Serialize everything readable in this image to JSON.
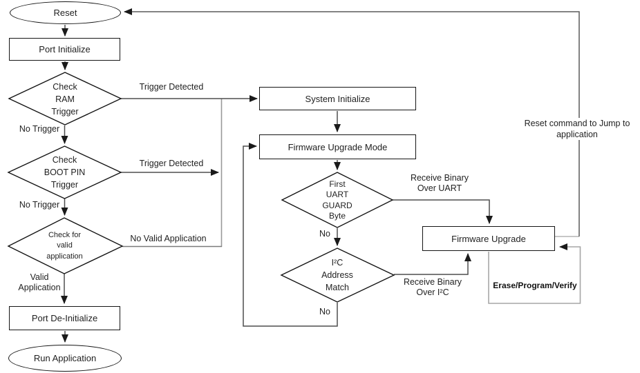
{
  "nodes": {
    "reset": {
      "label": "Reset"
    },
    "port_initialize": {
      "label": "Port Initialize"
    },
    "check_ram": {
      "label": "Check\nRAM\nTrigger"
    },
    "check_boot_pin": {
      "label": "Check\nBOOT PIN\nTrigger"
    },
    "check_valid_app": {
      "label": "Check for\nvalid\napplication"
    },
    "port_deinitialize": {
      "label": "Port De-Initialize"
    },
    "run_application": {
      "label": "Run Application"
    },
    "system_initialize": {
      "label": "System Initialize"
    },
    "firmware_upgrade_mode": {
      "label": "Firmware Upgrade Mode"
    },
    "first_uart_guard_byte": {
      "label": "First\nUART\nGUARD\nByte"
    },
    "i2c_address_match": {
      "label": "I²C\nAddress\nMatch"
    },
    "firmware_upgrade": {
      "label": "Firmware Upgrade"
    }
  },
  "edge_labels": {
    "trigger_detected_ram": "Trigger Detected",
    "no_trigger_ram": "No Trigger",
    "trigger_detected_boot": "Trigger Detected",
    "no_trigger_boot": "No Trigger",
    "no_valid_application": "No Valid Application",
    "valid_application": "Valid\nApplication",
    "no_uart": "No",
    "no_i2c": "No",
    "receive_binary_uart": "Receive Binary\nOver UART",
    "receive_binary_i2c": "Receive Binary\nOver I²C",
    "erase_program_verify": "Erase/Program/Verify",
    "reset_command": "Reset command to Jump to\napplication"
  },
  "colors": {
    "shape_border": "#141414",
    "line_dark": "#4d4d4d",
    "line_gray": "#999999",
    "loop_gray": "#a6a6a6",
    "arrowhead": "#1a1a1a",
    "text": "#1f1f1f",
    "background": "#ffffff"
  }
}
